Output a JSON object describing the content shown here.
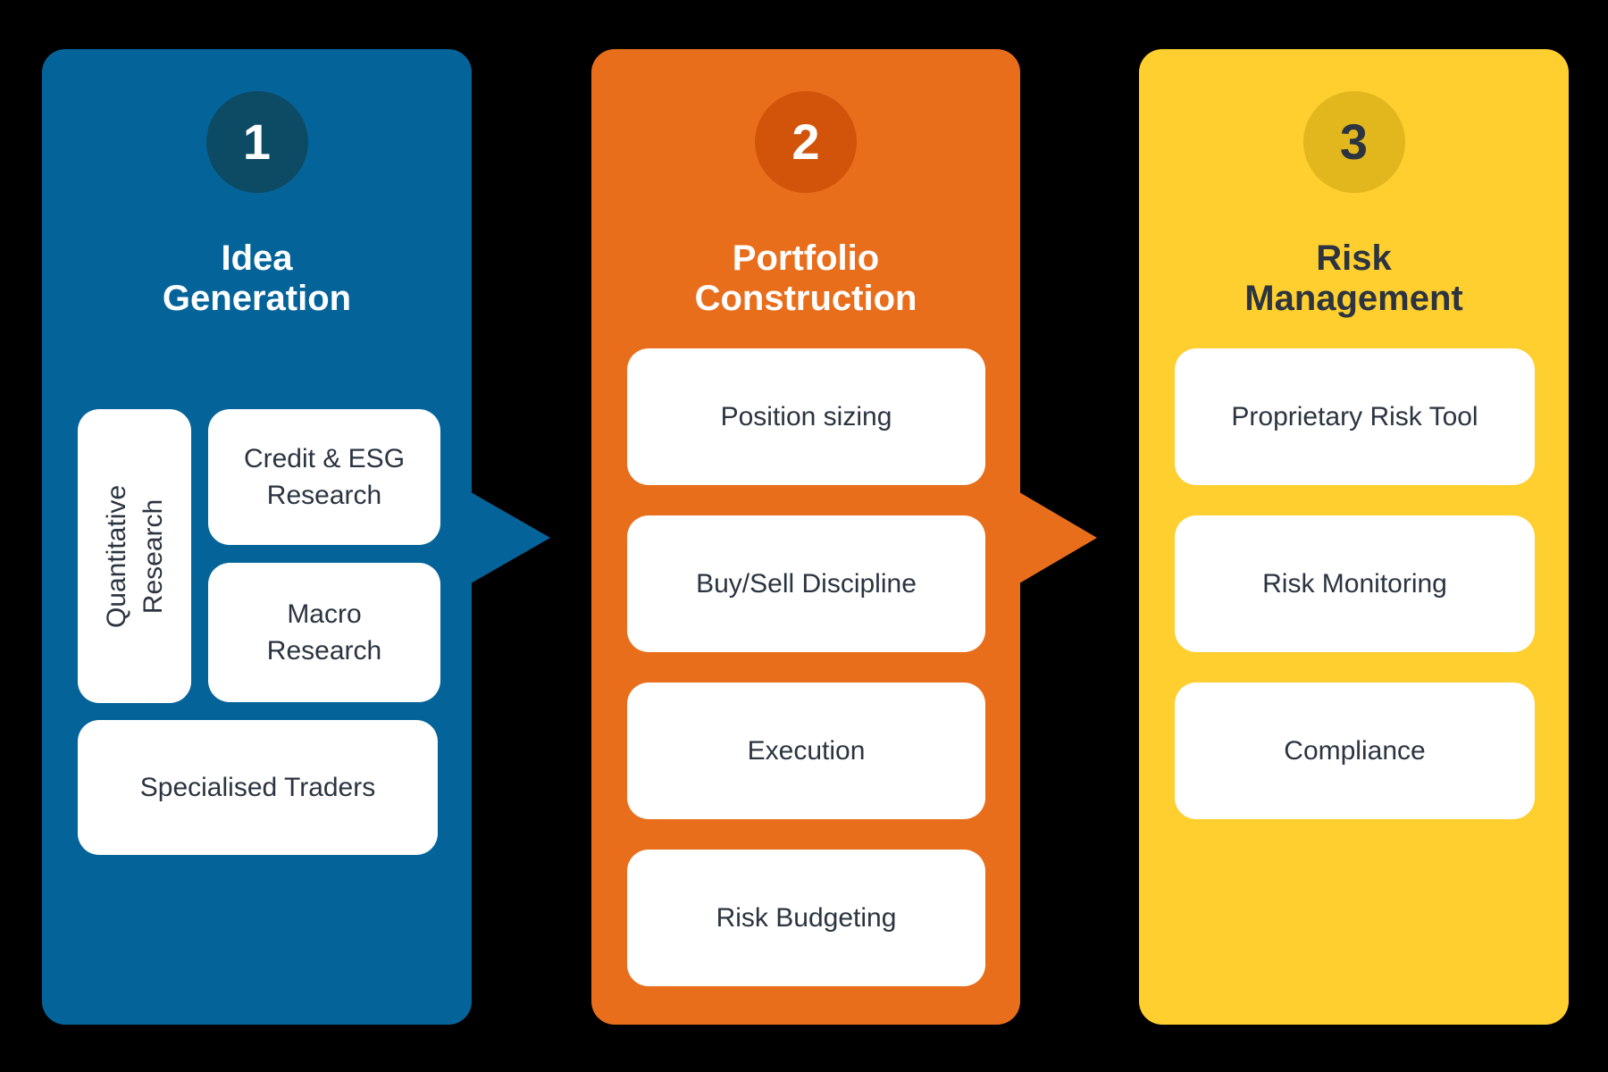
{
  "page": {
    "background": "#000000",
    "box_bg": "#FFFFFF",
    "box_text_color": "#2B3440"
  },
  "diagram": {
    "columns": [
      {
        "number": "1",
        "title": "Idea\nGeneration",
        "bg": "#04649A",
        "circle_bg": "#0D4A64",
        "number_color": "#FFFFFF",
        "title_color": "#FFFFFF",
        "boxes": [
          {
            "label": "Quantitative\nResearch"
          },
          {
            "label": "Credit & ESG\nResearch"
          },
          {
            "label": "Macro\nResearch"
          },
          {
            "label": "Specialised Traders"
          }
        ]
      },
      {
        "number": "2",
        "title": "Portfolio\nConstruction",
        "bg": "#E86E1C",
        "circle_bg": "#D2540A",
        "number_color": "#FFFFFF",
        "title_color": "#FFFFFF",
        "boxes": [
          {
            "label": "Position sizing"
          },
          {
            "label": "Buy/Sell Discipline"
          },
          {
            "label": "Execution"
          },
          {
            "label": "Risk Budgeting"
          }
        ]
      },
      {
        "number": "3",
        "title": "Risk\nManagement",
        "bg": "#FFCE2F",
        "circle_bg": "#E2B71D",
        "number_color": "#2B3440",
        "title_color": "#2B3440",
        "boxes": [
          {
            "label": "Proprietary Risk Tool"
          },
          {
            "label": "Risk Monitoring"
          },
          {
            "label": "Compliance"
          }
        ]
      }
    ],
    "arrows": [
      {
        "color": "#04649A"
      },
      {
        "color": "#E86E1C"
      }
    ]
  }
}
